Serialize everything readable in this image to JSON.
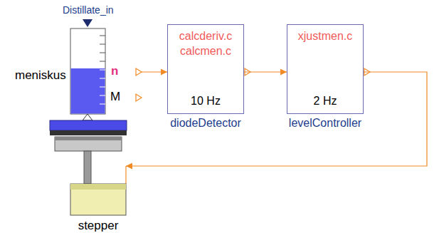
{
  "diagram": {
    "nodes": [
      {
        "text": [
          "meniskus"
        ]
      },
      {
        "text": [
          "calcderiv.c calcmen.c",
          "10 Hz",
          "diodeDetector"
        ]
      },
      {
        "text": [
          "xjustmen.c",
          "2 Hz",
          "levelController"
        ]
      },
      {
        "text": [
          "stepper"
        ]
      }
    ],
    "edges": [
      {
        "from": 0,
        "to": 1,
        "arrow": "to"
      },
      {
        "from": 1,
        "to": 2,
        "arrow": "to"
      },
      {
        "from": 2,
        "to": 3,
        "arrow": "to"
      }
    ],
    "labels": [
      "Distillate_in",
      "n",
      "M"
    ]
  }
}
